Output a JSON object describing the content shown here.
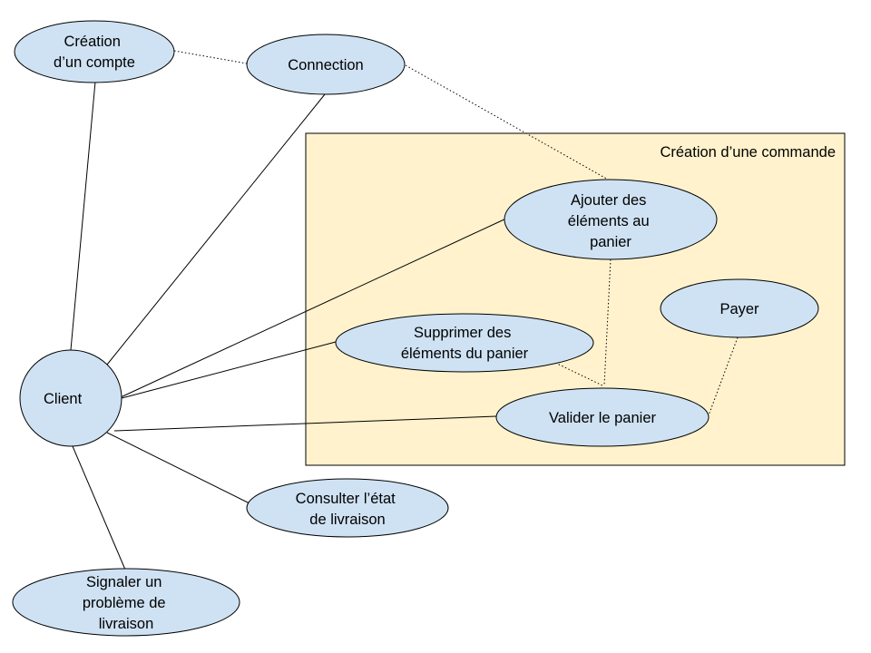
{
  "boundary": {
    "title": "Création d’une commande"
  },
  "actor": {
    "label": "Client"
  },
  "use_cases": {
    "creation_compte": [
      "Création",
      "d’un compte"
    ],
    "connection": [
      "Connection"
    ],
    "ajouter": [
      "Ajouter des",
      "éléments au",
      "panier"
    ],
    "payer": [
      "Payer"
    ],
    "supprimer": [
      "Supprimer des",
      "éléments du panier"
    ],
    "valider": [
      "Valider le panier"
    ],
    "consulter": [
      "Consulter l’état",
      "de livraison"
    ],
    "signaler": [
      "Signaler un",
      "problème de",
      "livraison"
    ]
  },
  "colors": {
    "use_case_fill": "#cfe2f3",
    "boundary_fill": "#fff2cc",
    "stroke": "#000000"
  }
}
